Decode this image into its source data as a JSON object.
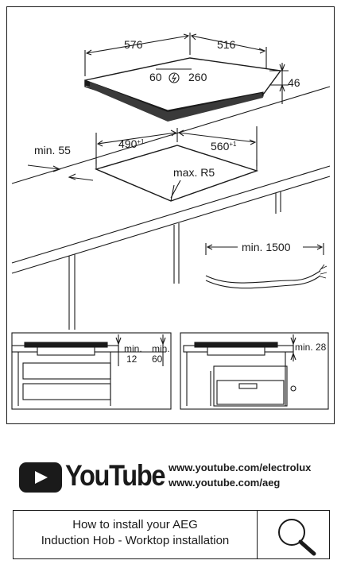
{
  "diagram": {
    "hob_width": "576",
    "hob_depth": "516",
    "hob_height": "46",
    "sensor_left": "60",
    "sensor_right": "260",
    "cutout_depth": "490",
    "cutout_depth_tol": "+1",
    "cutout_width": "560",
    "cutout_width_tol": "+1",
    "front_distance": "min. 55",
    "corner_radius": "max. R5",
    "cable_length": "min. 1500",
    "min_label_a": "min.",
    "clearance_a": "12",
    "min_label_b": "min.",
    "clearance_b": "60",
    "oven_clearance": "min. 28"
  },
  "footer": {
    "youtube_wordmark": "YouTube",
    "url_electrolux": "www.youtube.com/electrolux",
    "url_aeg": "www.youtube.com/aeg",
    "howto_line1": "How to install your AEG",
    "howto_line2": "Induction Hob - Worktop installation"
  }
}
